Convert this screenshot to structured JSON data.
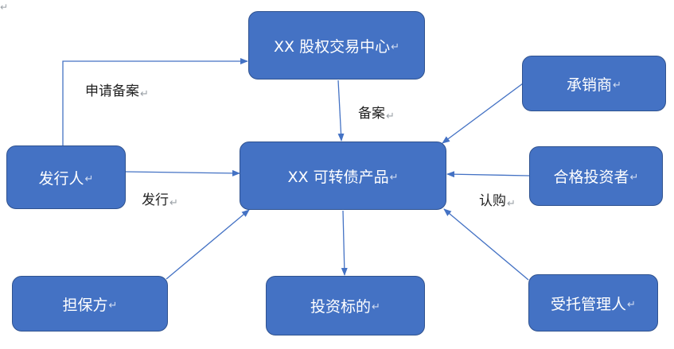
{
  "colors": {
    "node_fill": "#4472c4",
    "node_border": "#2f528f",
    "arrow": "#4472c4",
    "label_text": "#222222"
  },
  "paragraph_mark": "↵",
  "nodes": {
    "exchange": "XX 股权交易中心",
    "underwriter": "承销商",
    "issuer": "发行人",
    "product": "XX 可转债产品",
    "qualified_investor": "合格投资者",
    "guarantor": "担保方",
    "investment_target": "投资标的",
    "trustee": "受托管理人"
  },
  "edge_labels": {
    "apply_filing": "申请备案",
    "filing": "备案",
    "issuance": "发行",
    "subscription": "认购"
  }
}
